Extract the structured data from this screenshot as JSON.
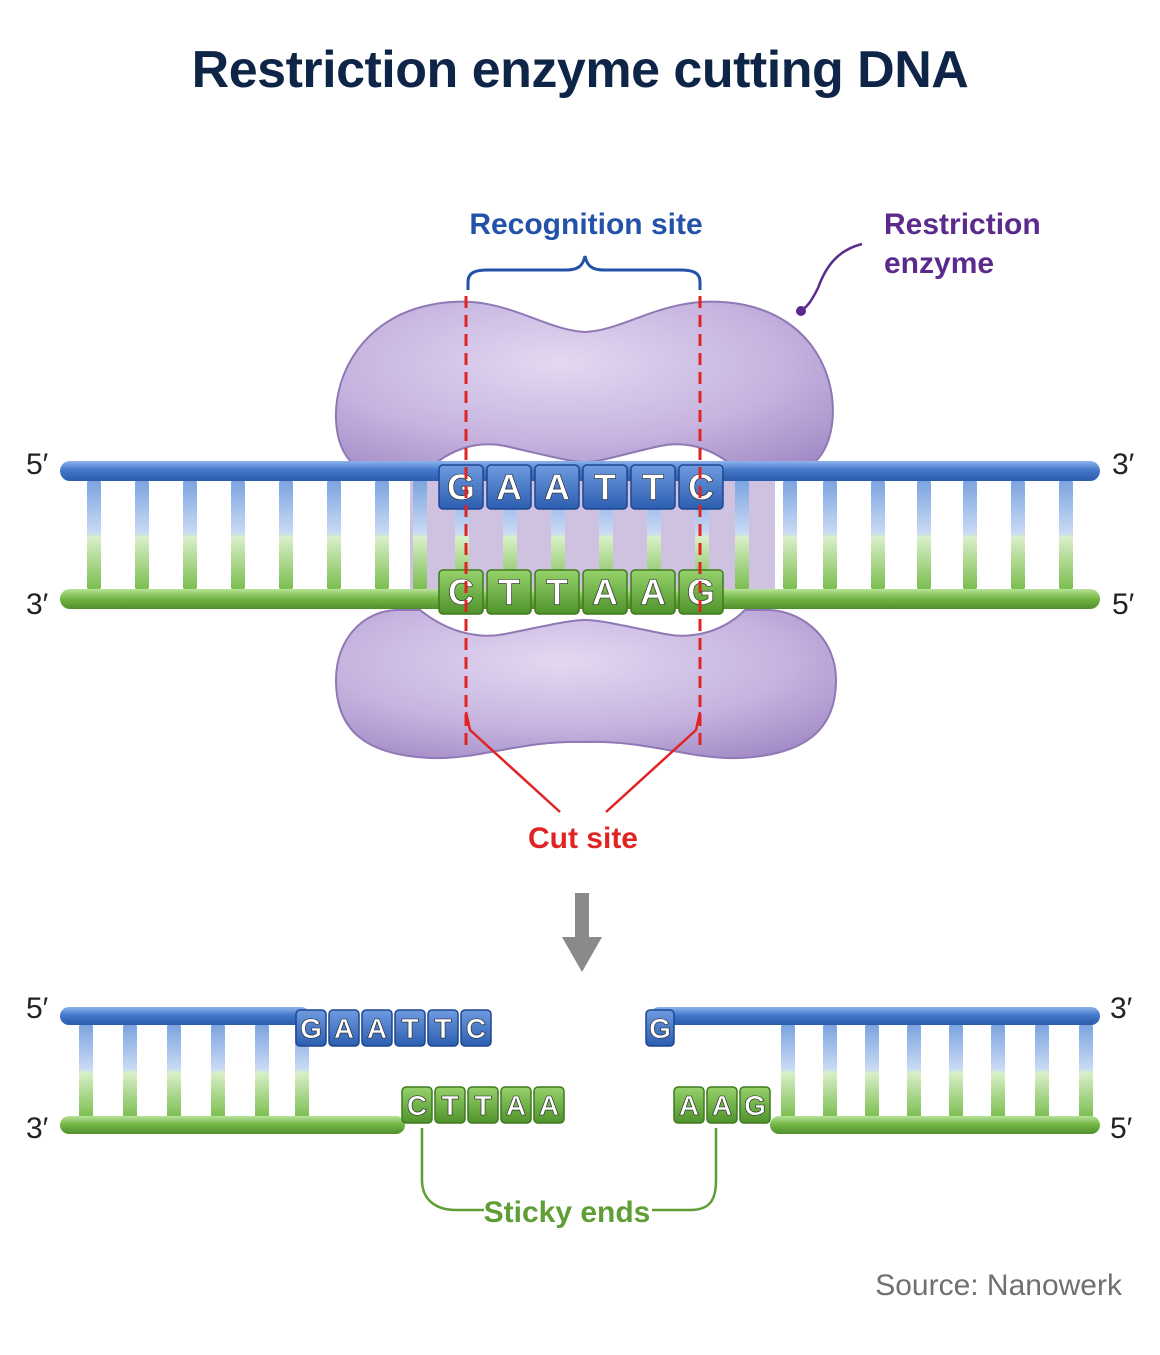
{
  "title": "Restriction enzyme cutting DNA",
  "labels": {
    "recognition_site": "Recognition site",
    "restriction_enzyme_line1": "Restriction",
    "restriction_enzyme_line2": "enzyme",
    "cut_site": "Cut site",
    "sticky_ends": "Sticky ends"
  },
  "strand_ends": {
    "top_left": "5′",
    "top_right": "3′",
    "bottom_left": "3′",
    "bottom_right": "5′",
    "cut_top_left": "5′",
    "cut_top_right": "3′",
    "cut_bottom_left": "3′",
    "cut_bottom_right": "5′"
  },
  "sequence": {
    "top": [
      "G",
      "A",
      "A",
      "T",
      "T",
      "C"
    ],
    "bottom": [
      "C",
      "T",
      "T",
      "A",
      "A",
      "G"
    ]
  },
  "fragments": {
    "left_top": [
      "G",
      "A",
      "A",
      "T",
      "T",
      "C"
    ],
    "left_bottom": [
      "C",
      "T",
      "T",
      "A",
      "A"
    ],
    "right_top": [
      "G"
    ],
    "right_bottom": [
      "A",
      "A",
      "G"
    ]
  },
  "source": "Source: Nanowerk",
  "colors": {
    "title": "#0f2547",
    "blue_strand": "#3f74c9",
    "green_strand": "#6eb33f",
    "enzyme": "#c9b8e0",
    "cut": "#e02424",
    "recognition": "#2352a8",
    "enzyme_label": "#5b2a8c",
    "sticky": "#5f9e35",
    "arrow": "#8a8a8a"
  }
}
